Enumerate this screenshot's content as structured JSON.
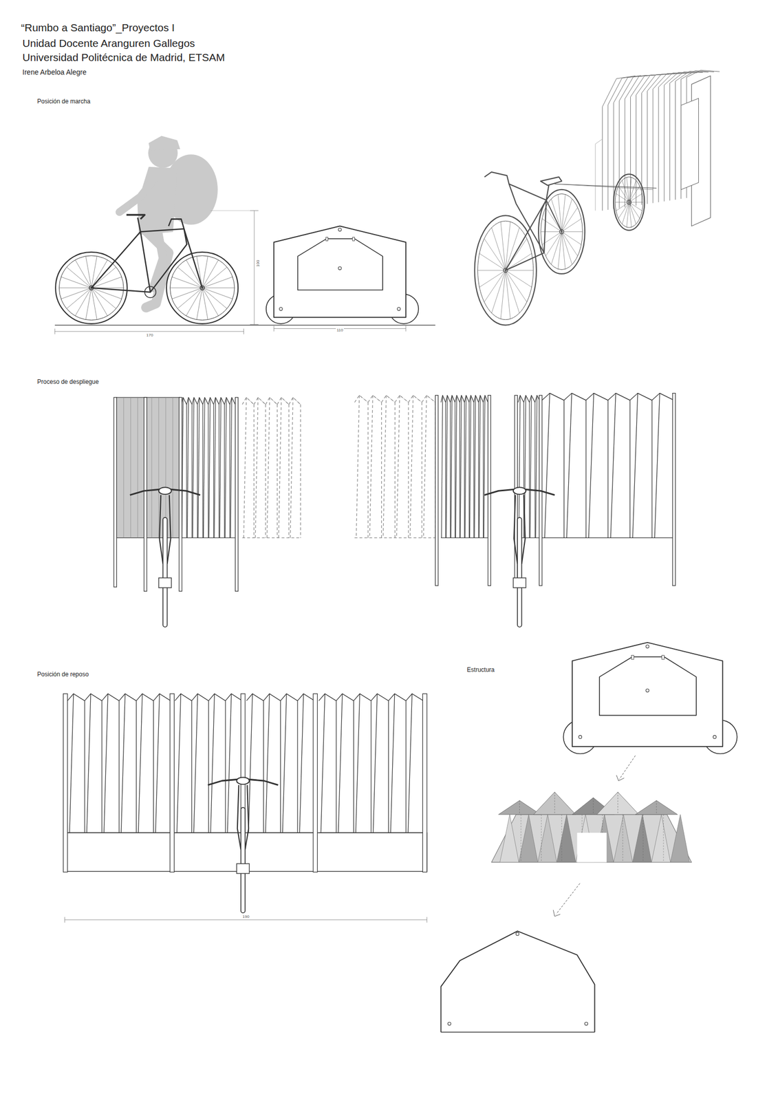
{
  "diagram": {
    "title": "“Rumbo a Santiago”_Proyectos I",
    "labels": [
      "Unidad Docente Aranguren Gallegos",
      "Universidad Politécnica de Madrid, ETSAM",
      "Irene Arbeloa Alegre",
      "Posición de marcha",
      "170",
      "100",
      "110",
      "Proceso de despliegue",
      "Posición de reposo",
      "190",
      "Estructura"
    ]
  }
}
